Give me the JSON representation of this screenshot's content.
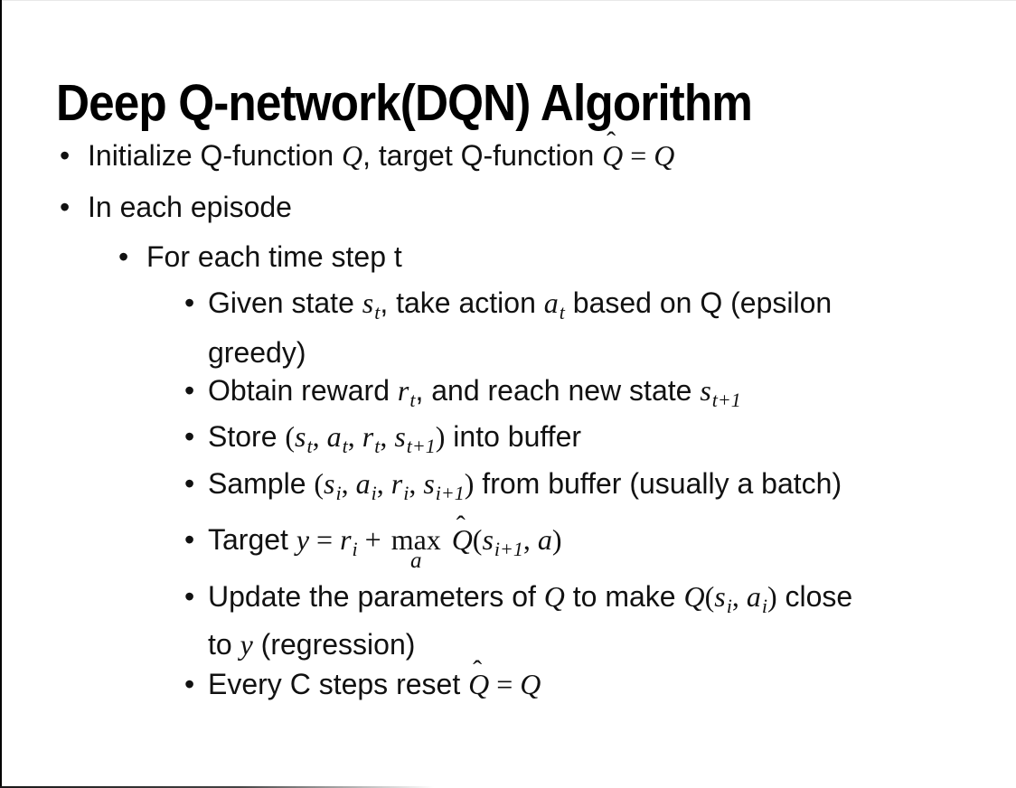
{
  "slide": {
    "title": "Deep Q-network(DQN) Algorithm"
  },
  "bullets": {
    "glyph": "•",
    "hat_glyph": "ˆ",
    "lines": [
      {
        "level": 1,
        "segments": [
          [
            "t",
            "Initialize Q-function "
          ],
          [
            "v",
            "Q"
          ],
          [
            "t",
            ", target Q-function "
          ],
          [
            "hatQ",
            "Q"
          ],
          [
            "p",
            " = "
          ],
          [
            "v",
            "Q"
          ]
        ]
      },
      {
        "level": 1,
        "segments": [
          [
            "t",
            "In each episode"
          ]
        ]
      },
      {
        "level": 2,
        "segments": [
          [
            "t",
            "For each time step t"
          ]
        ]
      },
      {
        "level": 3,
        "segments": [
          [
            "t",
            "Given state "
          ],
          [
            "v",
            "s"
          ],
          [
            "s",
            "t"
          ],
          [
            "t",
            ", take action "
          ],
          [
            "v",
            "a"
          ],
          [
            "s",
            "t"
          ],
          [
            "t",
            " based on Q (epsilon"
          ],
          [
            "br",
            ""
          ],
          [
            "t",
            "greedy)"
          ]
        ]
      },
      {
        "level": 3,
        "segments": [
          [
            "t",
            "Obtain reward "
          ],
          [
            "v",
            "r"
          ],
          [
            "s",
            "t"
          ],
          [
            "t",
            ", and reach new state "
          ],
          [
            "v",
            "s"
          ],
          [
            "s",
            "t+1"
          ]
        ]
      },
      {
        "level": 3,
        "segments": [
          [
            "t",
            "Store "
          ],
          [
            "p",
            "("
          ],
          [
            "v",
            "s"
          ],
          [
            "s",
            "t"
          ],
          [
            "p",
            ", "
          ],
          [
            "v",
            "a"
          ],
          [
            "s",
            "t"
          ],
          [
            "p",
            ", "
          ],
          [
            "v",
            "r"
          ],
          [
            "s",
            "t"
          ],
          [
            "p",
            ", "
          ],
          [
            "v",
            "s"
          ],
          [
            "s",
            "t+1"
          ],
          [
            "p",
            ")"
          ],
          [
            "t",
            " into buffer"
          ]
        ]
      },
      {
        "level": 3,
        "segments": [
          [
            "t",
            "Sample "
          ],
          [
            "p",
            "("
          ],
          [
            "v",
            "s"
          ],
          [
            "s",
            "i"
          ],
          [
            "p",
            ", "
          ],
          [
            "v",
            "a"
          ],
          [
            "s",
            "i"
          ],
          [
            "p",
            ", "
          ],
          [
            "v",
            "r"
          ],
          [
            "s",
            "i"
          ],
          [
            "p",
            ", "
          ],
          [
            "v",
            "s"
          ],
          [
            "s",
            "i+1"
          ],
          [
            "p",
            ")"
          ],
          [
            "t",
            " from buffer (usually a batch)"
          ]
        ]
      },
      {
        "level": 3,
        "segments": [
          [
            "t",
            "Target "
          ],
          [
            "v",
            "y"
          ],
          [
            "p",
            " = "
          ],
          [
            "v",
            "r"
          ],
          [
            "s",
            "i"
          ],
          [
            "p",
            " + "
          ],
          [
            "maxa",
            [
              "max",
              "a"
            ]
          ],
          [
            "t",
            " "
          ],
          [
            "hatQ",
            "Q"
          ],
          [
            "p",
            "("
          ],
          [
            "v",
            "s"
          ],
          [
            "s",
            "i+1"
          ],
          [
            "p",
            ", "
          ],
          [
            "v",
            "a"
          ],
          [
            "p",
            ")"
          ]
        ]
      },
      {
        "level": 3,
        "segments": [
          [
            "t",
            "Update the parameters of "
          ],
          [
            "v",
            "Q"
          ],
          [
            "t",
            " to make "
          ],
          [
            "v",
            "Q"
          ],
          [
            "p",
            "("
          ],
          [
            "v",
            "s"
          ],
          [
            "s",
            "i"
          ],
          [
            "p",
            ", "
          ],
          [
            "v",
            "a"
          ],
          [
            "s",
            "i"
          ],
          [
            "p",
            ")"
          ],
          [
            "t",
            " close"
          ],
          [
            "br",
            ""
          ],
          [
            "t",
            "to "
          ],
          [
            "v",
            "y"
          ],
          [
            "t",
            " (regression)"
          ]
        ]
      },
      {
        "level": 3,
        "segments": [
          [
            "t",
            "Every C steps reset "
          ],
          [
            "hatQ",
            "Q"
          ],
          [
            "p",
            " = "
          ],
          [
            "v",
            "Q"
          ]
        ]
      }
    ]
  },
  "colors": {
    "background": "#ffffff",
    "text": "#111111",
    "title_text": "#000000",
    "edge": "#000000"
  }
}
